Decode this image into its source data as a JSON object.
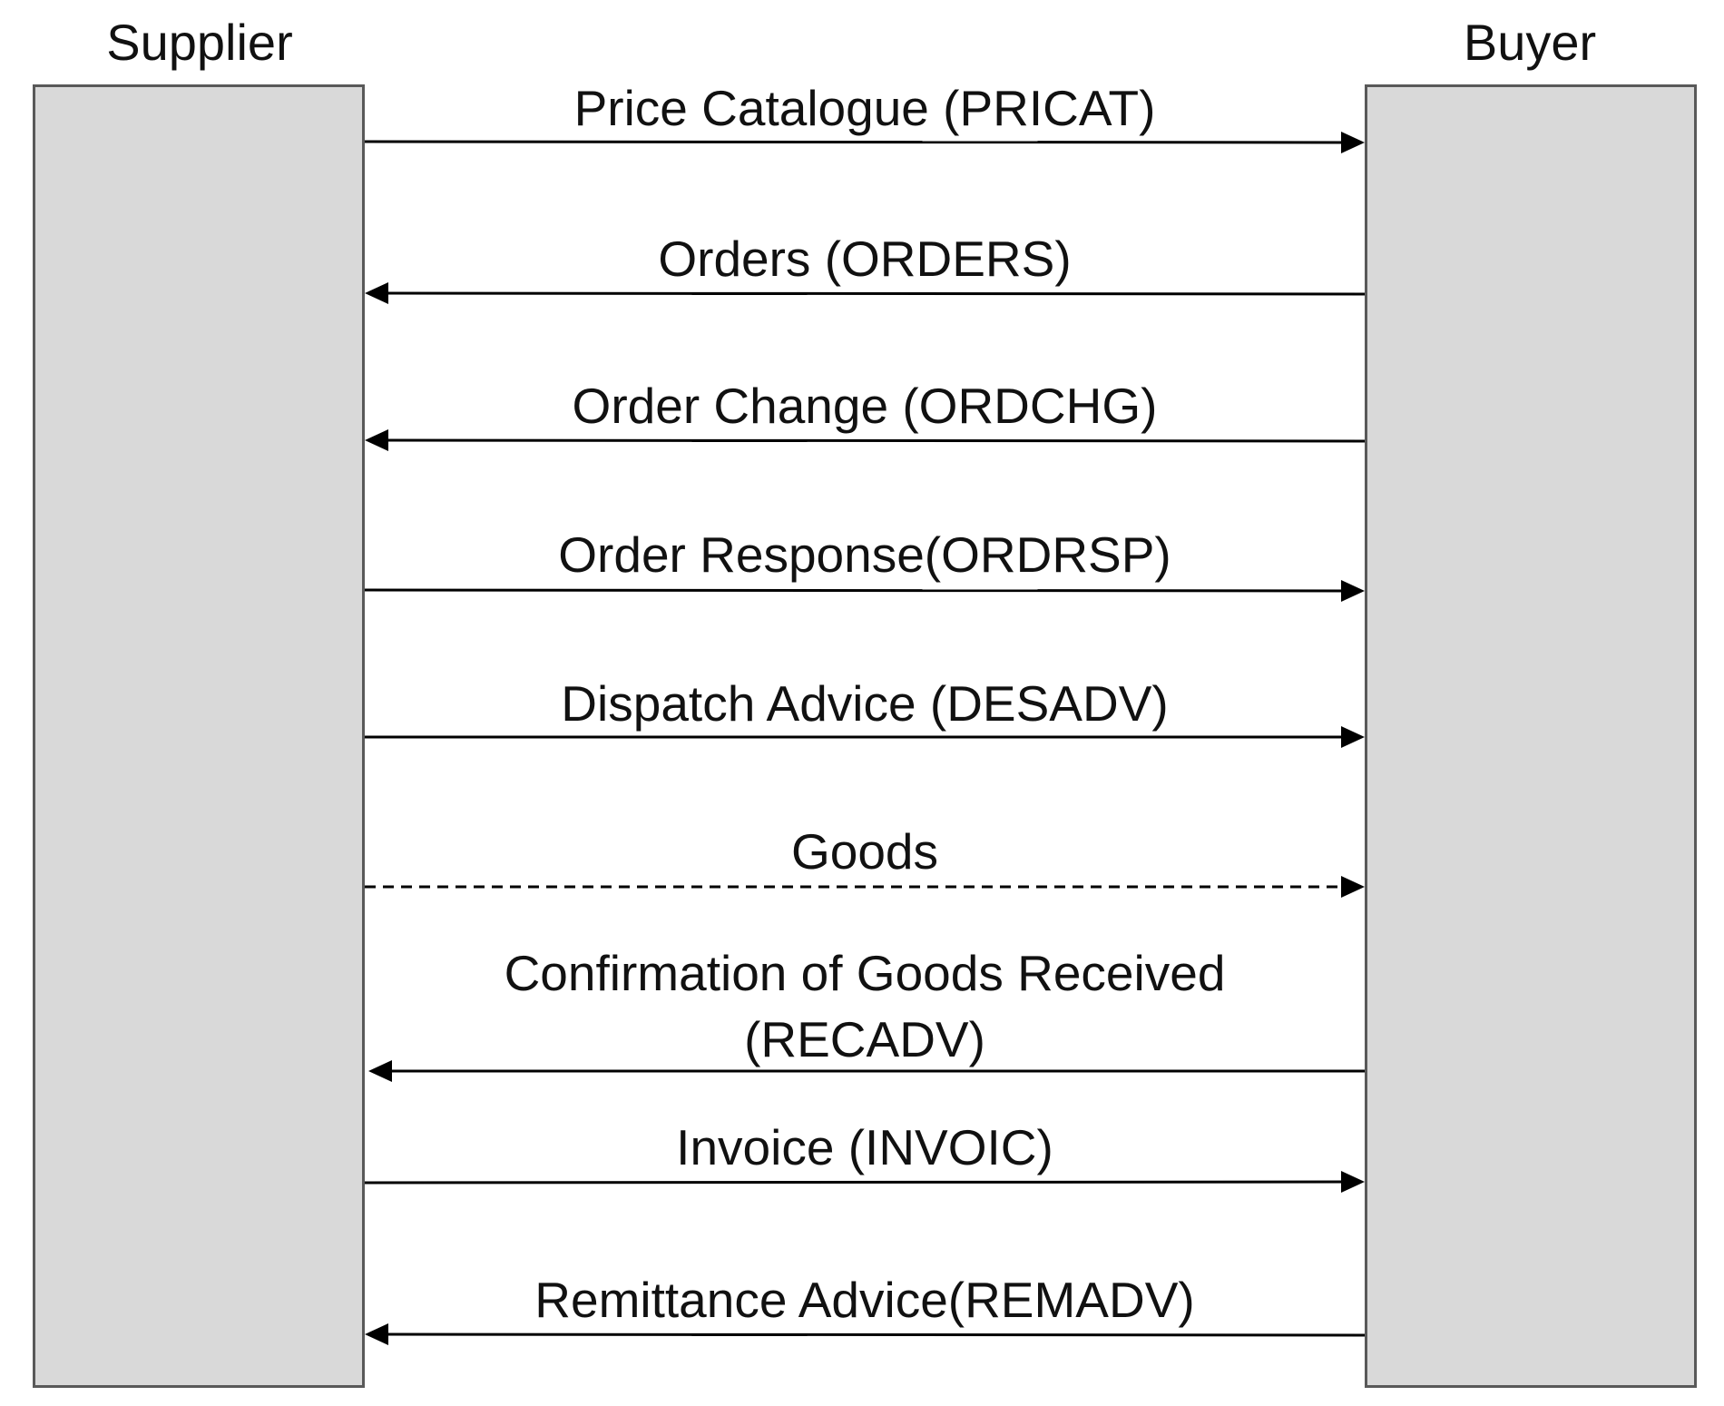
{
  "parties": {
    "left": "Supplier",
    "right": "Buyer"
  },
  "messages": [
    {
      "label": "Price Catalogue (PRICAT)",
      "direction": "to-buyer",
      "style": "solid"
    },
    {
      "label": "Orders (ORDERS)",
      "direction": "to-supplier",
      "style": "solid"
    },
    {
      "label": "Order Change (ORDCHG)",
      "direction": "to-supplier",
      "style": "solid"
    },
    {
      "label": "Order Response(ORDRSP)",
      "direction": "to-buyer",
      "style": "solid"
    },
    {
      "label": "Dispatch Advice (DESADV)",
      "direction": "to-buyer",
      "style": "solid"
    },
    {
      "label": "Goods",
      "direction": "to-buyer",
      "style": "dashed"
    },
    {
      "label_line1": "Confirmation of Goods Received",
      "label_line2": "(RECADV)",
      "direction": "to-supplier",
      "style": "solid"
    },
    {
      "label": "Invoice (INVOIC)",
      "direction": "to-buyer",
      "style": "solid"
    },
    {
      "label": "Remittance Advice(REMADV)",
      "direction": "to-supplier",
      "style": "solid"
    }
  ],
  "colors": {
    "lifeline_fill": "#d9d9d9",
    "lifeline_border": "#595959",
    "arrow": "#000000"
  }
}
